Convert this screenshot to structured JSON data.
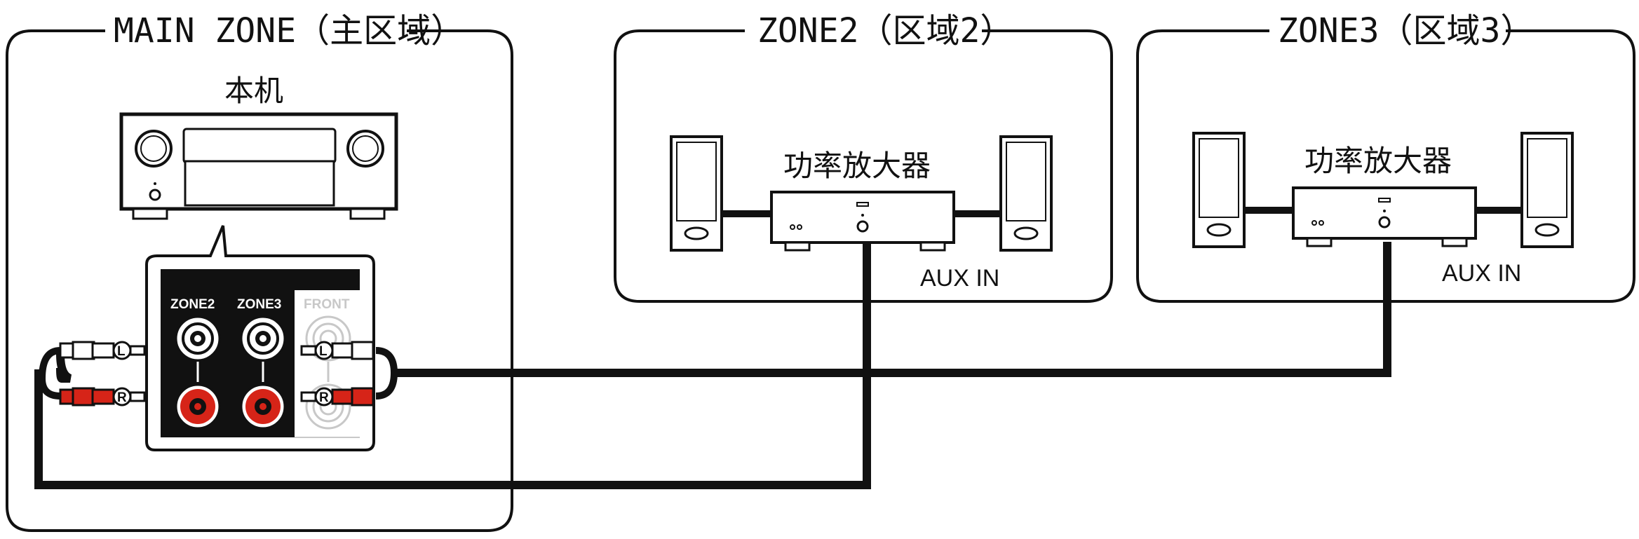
{
  "zones": {
    "main": {
      "title": "MAIN ZONE（主区域）",
      "unit_label": "本机"
    },
    "zone2": {
      "title": "ZONE2（区域2）",
      "amp_label": "功率放大器",
      "input_label": "AUX IN"
    },
    "zone3": {
      "title": "ZONE3（区域3）",
      "amp_label": "功率放大器",
      "input_label": "AUX IN"
    }
  },
  "jack_panel": {
    "labels": [
      "ZONE2",
      "ZONE3",
      "FRONT"
    ],
    "plug_left": "L",
    "plug_right": "R"
  },
  "colors": {
    "line": "#111111",
    "red_jack": "#d62418",
    "inactive": "#bdbdbd"
  }
}
